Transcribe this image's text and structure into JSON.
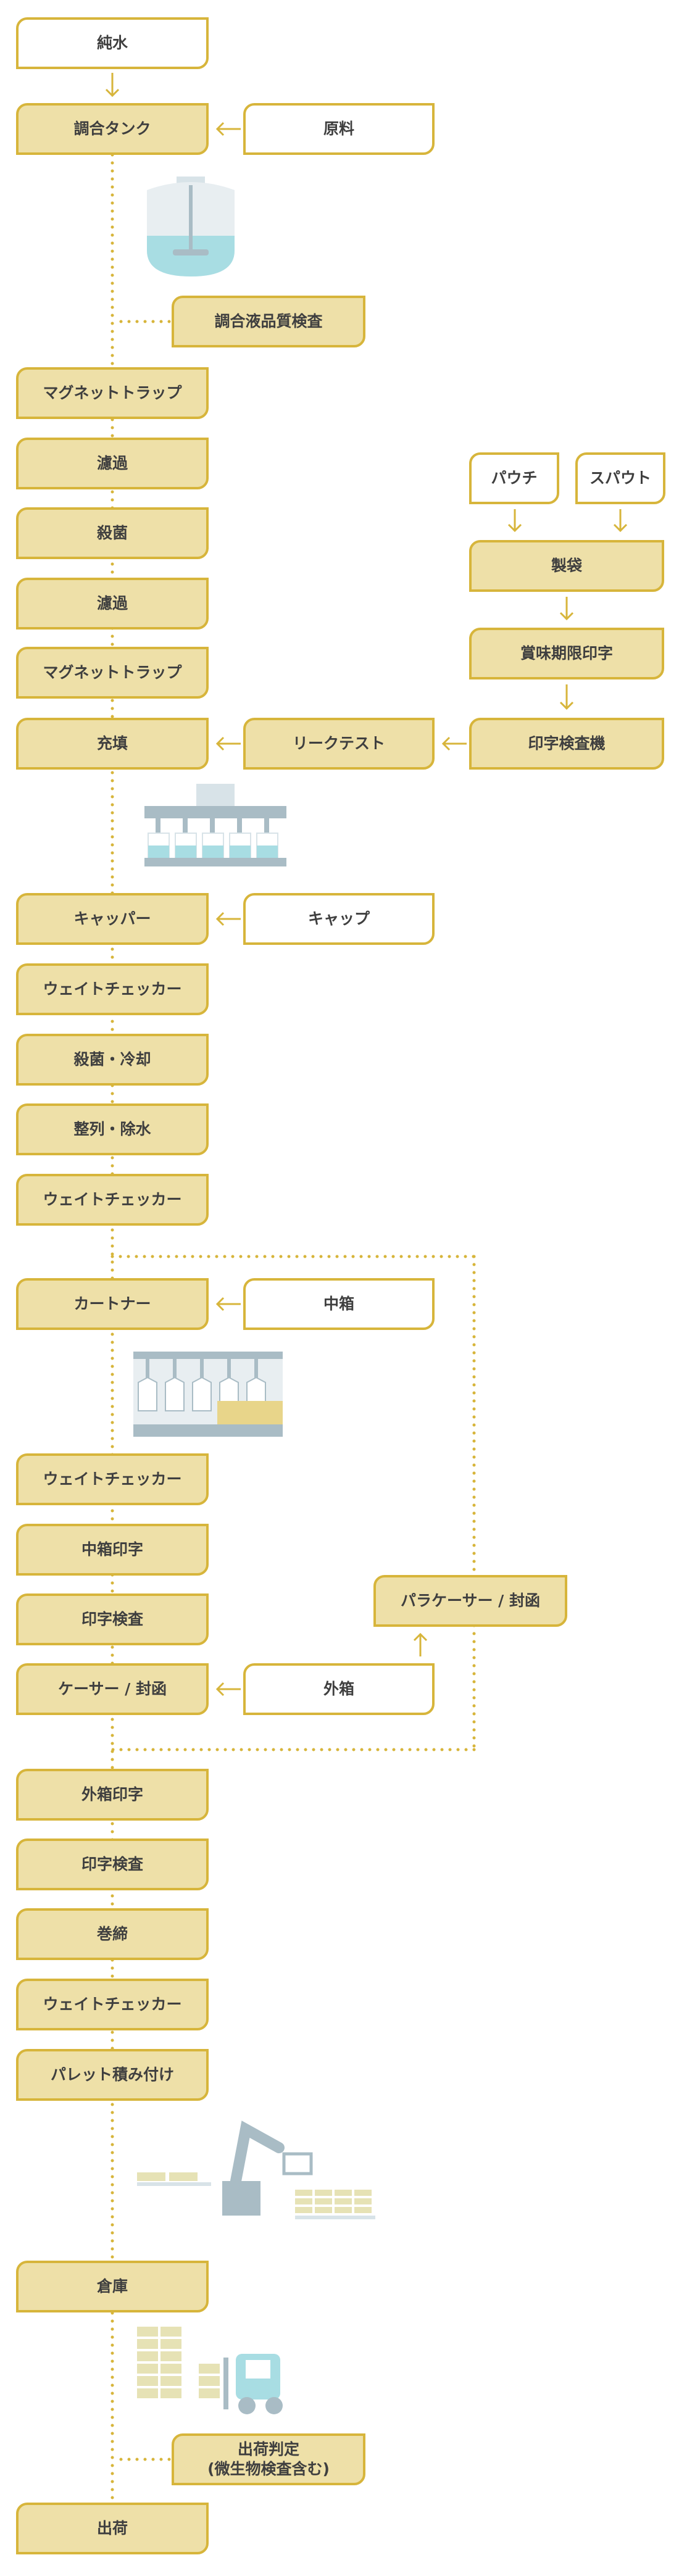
{
  "colors": {
    "accent": "#d7b53b",
    "node_fill": "#eee0a8",
    "node_outline_fill": "#ffffff",
    "text": "#3f3f3f",
    "machine_gray": "#a9bcc5",
    "liquid": "#a8dde3"
  },
  "main": [
    {
      "id": "m01",
      "label": "純水",
      "style": "outline"
    },
    {
      "id": "m02",
      "label": "調合タンク"
    },
    {
      "id": "m03",
      "label": "マグネットトラップ"
    },
    {
      "id": "m04",
      "label": "濾過"
    },
    {
      "id": "m05",
      "label": "殺菌"
    },
    {
      "id": "m06",
      "label": "濾過"
    },
    {
      "id": "m07",
      "label": "マグネットトラップ"
    },
    {
      "id": "m08",
      "label": "充填"
    },
    {
      "id": "m09",
      "label": "キャッパー"
    },
    {
      "id": "m10",
      "label": "ウェイトチェッカー"
    },
    {
      "id": "m11",
      "label": "殺菌・冷却"
    },
    {
      "id": "m12",
      "label": "整列・除水"
    },
    {
      "id": "m13",
      "label": "ウェイトチェッカー"
    },
    {
      "id": "m14",
      "label": "カートナー"
    },
    {
      "id": "m15",
      "label": "ウェイトチェッカー"
    },
    {
      "id": "m16",
      "label": "中箱印字"
    },
    {
      "id": "m17",
      "label": "印字検査"
    },
    {
      "id": "m18",
      "label": "ケーサー / 封函"
    },
    {
      "id": "m19",
      "label": "外箱印字"
    },
    {
      "id": "m20",
      "label": "印字検査"
    },
    {
      "id": "m21",
      "label": "巻締"
    },
    {
      "id": "m22",
      "label": "ウェイトチェッカー"
    },
    {
      "id": "m23",
      "label": "パレット積み付け"
    },
    {
      "id": "m24",
      "label": "倉庫"
    },
    {
      "id": "m25",
      "label": "出荷"
    }
  ],
  "side": [
    {
      "id": "s_genryo",
      "label": "原料",
      "style": "outline"
    },
    {
      "id": "s_chogo_kensa",
      "label": "調合液品質検査"
    },
    {
      "id": "s_pouch",
      "label": "パウチ",
      "style": "outline"
    },
    {
      "id": "s_spout",
      "label": "スパウト",
      "style": "outline"
    },
    {
      "id": "s_seitai",
      "label": "製袋"
    },
    {
      "id": "s_shomi",
      "label": "賞味期限印字"
    },
    {
      "id": "s_inji_kensaki",
      "label": "印字検査機"
    },
    {
      "id": "s_leak",
      "label": "リークテスト"
    },
    {
      "id": "s_cap",
      "label": "キャップ",
      "style": "outline"
    },
    {
      "id": "s_nakabako",
      "label": "中箱",
      "style": "outline"
    },
    {
      "id": "s_para",
      "label": "パラケーサー / 封函"
    },
    {
      "id": "s_sotobako",
      "label": "外箱",
      "style": "outline"
    },
    {
      "id": "s_shukka_hantei",
      "label": "出荷判定\n(微生物検査含む)"
    }
  ],
  "illustrations": [
    {
      "name": "mixing-tank-illustration"
    },
    {
      "name": "filling-machine-illustration"
    },
    {
      "name": "cartoner-illustration"
    },
    {
      "name": "palletizing-robot-illustration"
    },
    {
      "name": "forklift-illustration"
    }
  ]
}
